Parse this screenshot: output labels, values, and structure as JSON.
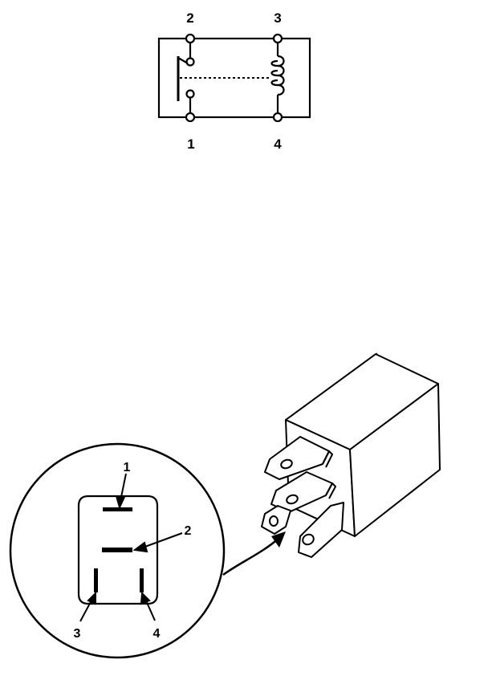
{
  "schematic": {
    "terminals": [
      {
        "id": "2",
        "label": "2"
      },
      {
        "id": "3",
        "label": "3"
      },
      {
        "id": "1",
        "label": "1"
      },
      {
        "id": "4",
        "label": "4"
      }
    ]
  },
  "connector_view": {
    "pin_labels": [
      {
        "id": "1",
        "label": "1"
      },
      {
        "id": "2",
        "label": "2"
      },
      {
        "id": "3",
        "label": "3"
      },
      {
        "id": "4",
        "label": "4"
      }
    ]
  }
}
